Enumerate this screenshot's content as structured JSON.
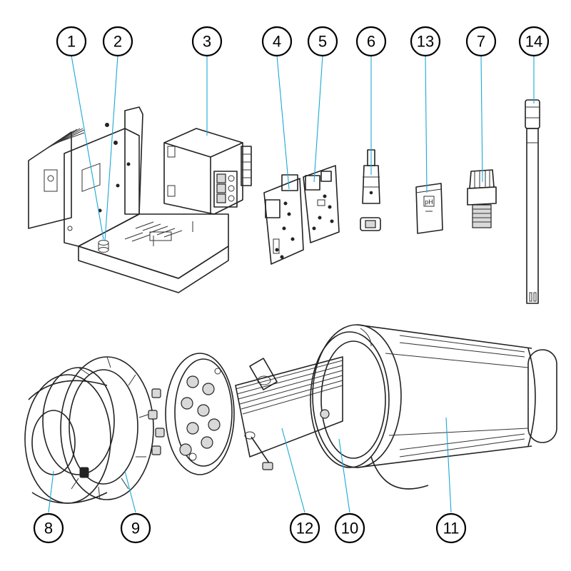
{
  "callouts": [
    {
      "id": "1",
      "label": "1"
    },
    {
      "id": "2",
      "label": "2"
    },
    {
      "id": "3",
      "label": "3"
    },
    {
      "id": "4",
      "label": "4"
    },
    {
      "id": "5",
      "label": "5"
    },
    {
      "id": "6",
      "label": "6"
    },
    {
      "id": "13",
      "label": "13"
    },
    {
      "id": "7",
      "label": "7"
    },
    {
      "id": "14",
      "label": "14"
    },
    {
      "id": "8",
      "label": "8"
    },
    {
      "id": "9",
      "label": "9"
    },
    {
      "id": "12",
      "label": "12"
    },
    {
      "id": "10",
      "label": "10"
    },
    {
      "id": "11",
      "label": "11"
    }
  ],
  "colors": {
    "leader": "#1aa8d6",
    "outline": "#222222",
    "background": "#ffffff"
  }
}
